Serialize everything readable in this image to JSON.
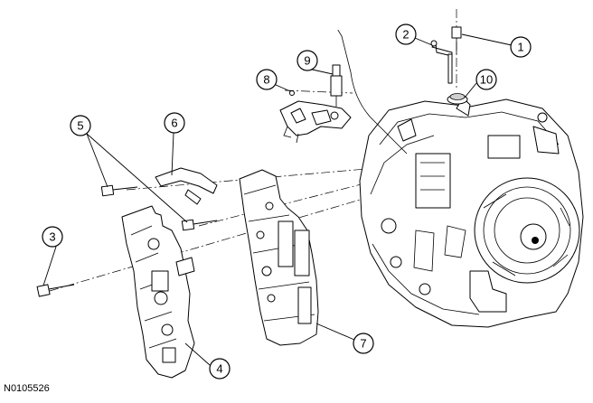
{
  "figure_id": "N0105526",
  "callouts": [
    "1",
    "2",
    "3",
    "4",
    "5",
    "6",
    "7",
    "8",
    "9",
    "10"
  ]
}
